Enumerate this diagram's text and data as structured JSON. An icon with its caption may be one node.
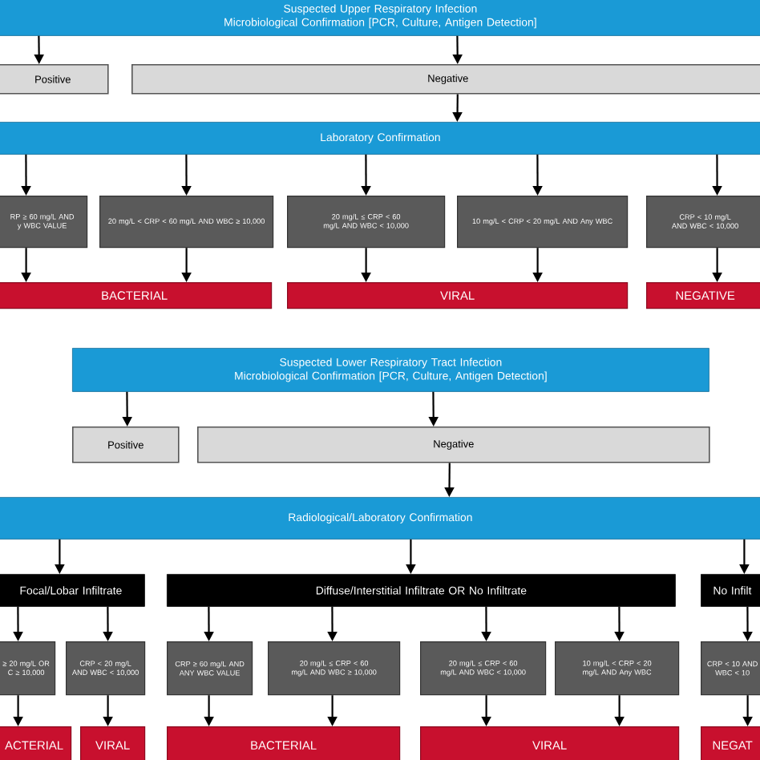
{
  "diagram": {
    "nodes": [
      {
        "text": [
          "Suspected Upper Respiratory Infection",
          "Microbiological Confirmation [PCR, Culture, Antigen Detection]"
        ]
      },
      {
        "text": [
          "Positive"
        ]
      },
      {
        "text": [
          "Negative"
        ]
      },
      {
        "text": [
          "Laboratory Confirmation"
        ]
      },
      {
        "text": [
          "RP ≥ 60 mg/L AND y WBC VALUE"
        ]
      },
      {
        "text": [
          "20 mg/L < CRP < 60 mg/L AND WBC ≥ 10,000"
        ]
      },
      {
        "text": [
          "20 mg/L ≤ CRP < 60 mg/L AND WBC < 10,000"
        ]
      },
      {
        "text": [
          "10 mg/L < CRP < 20 mg/L AND Any WBC"
        ]
      },
      {
        "text": [
          "CRP < 10 mg/L AND WBC < 10,000"
        ]
      },
      {
        "text": [
          "BACTERIAL"
        ]
      },
      {
        "text": [
          "VIRAL"
        ]
      },
      {
        "text": [
          "NEGATIVE"
        ]
      },
      {
        "text": [
          "Suspected Lower Respiratory Tract Infection",
          "Microbiological Confirmation [PCR, Culture, Antigen Detection]"
        ]
      },
      {
        "text": [
          "Positive"
        ]
      },
      {
        "text": [
          "Negative"
        ]
      },
      {
        "text": [
          "Radiological/Laboratory Confirmation"
        ]
      },
      {
        "text": [
          "Focal/Lobar Infiltrate"
        ]
      },
      {
        "text": [
          "Diffuse/Interstitial Infiltrate OR No Infiltrate"
        ]
      },
      {
        "text": [
          "No Infilt"
        ]
      },
      {
        "text": [
          "≥ 20 mg/L OR C ≥ 10,000"
        ]
      },
      {
        "text": [
          "CRP < 20 mg/L AND WBC < 10,000"
        ]
      },
      {
        "text": [
          "CRP ≥ 60 mg/L AND ANY WBC VALUE"
        ]
      },
      {
        "text": [
          "20 mg/L ≤ CRP < 60 mg/L AND WBC ≥ 10,000"
        ]
      },
      {
        "text": [
          "20 mg/L ≤ CRP < 60 mg/L AND WBC < 10,000"
        ]
      },
      {
        "text": [
          "10 mg/L < CRP < 20 mg/L AND Any WBC"
        ]
      },
      {
        "text": [
          "CRP < 10 AND WBC < 10"
        ]
      },
      {
        "text": [
          "ACTERIAL"
        ]
      },
      {
        "text": [
          "VIRAL"
        ]
      },
      {
        "text": [
          "BACTERIAL"
        ]
      },
      {
        "text": [
          "VIRAL"
        ]
      },
      {
        "text": [
          "NEGAT"
        ]
      }
    ],
    "edges": [
      {
        "from": 0,
        "to": 1,
        "arrow": "to"
      },
      {
        "from": 0,
        "to": 2,
        "arrow": "to"
      },
      {
        "from": 2,
        "to": 3,
        "arrow": "to"
      },
      {
        "from": 3,
        "to": 4,
        "arrow": "to"
      },
      {
        "from": 3,
        "to": 5,
        "arrow": "to"
      },
      {
        "from": 3,
        "to": 6,
        "arrow": "to"
      },
      {
        "from": 3,
        "to": 7,
        "arrow": "to"
      },
      {
        "from": 3,
        "to": 8,
        "arrow": "to"
      },
      {
        "from": 4,
        "to": 9,
        "arrow": "to"
      },
      {
        "from": 5,
        "to": 9,
        "arrow": "to"
      },
      {
        "from": 6,
        "to": 10,
        "arrow": "to"
      },
      {
        "from": 7,
        "to": 10,
        "arrow": "to"
      },
      {
        "from": 8,
        "to": 11,
        "arrow": "to"
      },
      {
        "from": 12,
        "to": 13,
        "arrow": "to"
      },
      {
        "from": 12,
        "to": 14,
        "arrow": "to"
      },
      {
        "from": 14,
        "to": 15,
        "arrow": "to"
      },
      {
        "from": 15,
        "to": 16,
        "arrow": "to"
      },
      {
        "from": 15,
        "to": 17,
        "arrow": "to"
      },
      {
        "from": 15,
        "to": 18,
        "arrow": "to"
      },
      {
        "from": 16,
        "to": 19,
        "arrow": "to"
      },
      {
        "from": 16,
        "to": 20,
        "arrow": "to"
      },
      {
        "from": 17,
        "to": 21,
        "arrow": "to"
      },
      {
        "from": 17,
        "to": 22,
        "arrow": "to"
      },
      {
        "from": 17,
        "to": 23,
        "arrow": "to"
      },
      {
        "from": 17,
        "to": 24,
        "arrow": "to"
      },
      {
        "from": 18,
        "to": 25,
        "arrow": "to"
      },
      {
        "from": 19,
        "to": 26,
        "arrow": "to"
      },
      {
        "from": 20,
        "to": 27,
        "arrow": "to"
      },
      {
        "from": 21,
        "to": 28,
        "arrow": "to"
      },
      {
        "from": 22,
        "to": 28,
        "arrow": "to"
      },
      {
        "from": 23,
        "to": 29,
        "arrow": "to"
      },
      {
        "from": 24,
        "to": 29,
        "arrow": "to"
      },
      {
        "from": 25,
        "to": 30,
        "arrow": "to"
      }
    ]
  }
}
